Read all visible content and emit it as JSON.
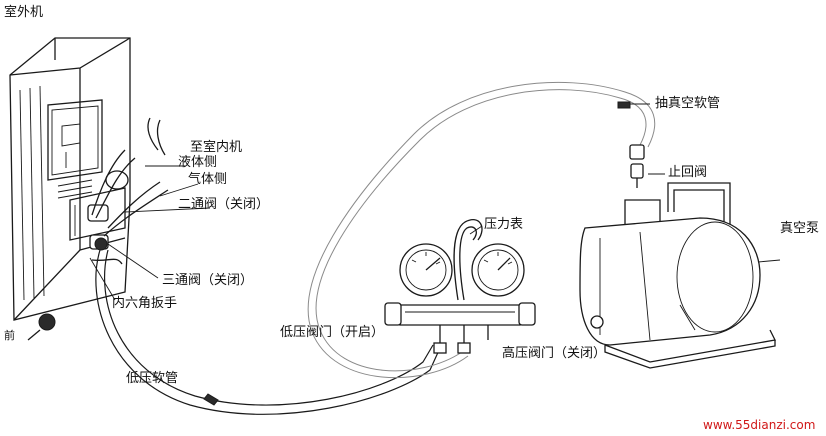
{
  "labels": {
    "outdoor_unit": "室外机",
    "to_indoor_unit": "至室内机",
    "liquid_side": "液体侧",
    "gas_side": "气体侧",
    "two_way_valve": "二通阀（关闭）",
    "three_way_valve": "三通阀（关闭）",
    "hex_wrench": "内六角扳手",
    "low_pressure_hose": "低压软管",
    "low_pressure_valve": "低压阀门（开启）",
    "pressure_gauge": "压力表",
    "high_pressure_valve": "高压阀门（关闭）",
    "vacuum_hose": "抽真空软管",
    "check_valve": "止回阀",
    "vacuum_pump": "真空泵",
    "corner_mark": "前"
  },
  "watermark": "www.55dianzi.com"
}
